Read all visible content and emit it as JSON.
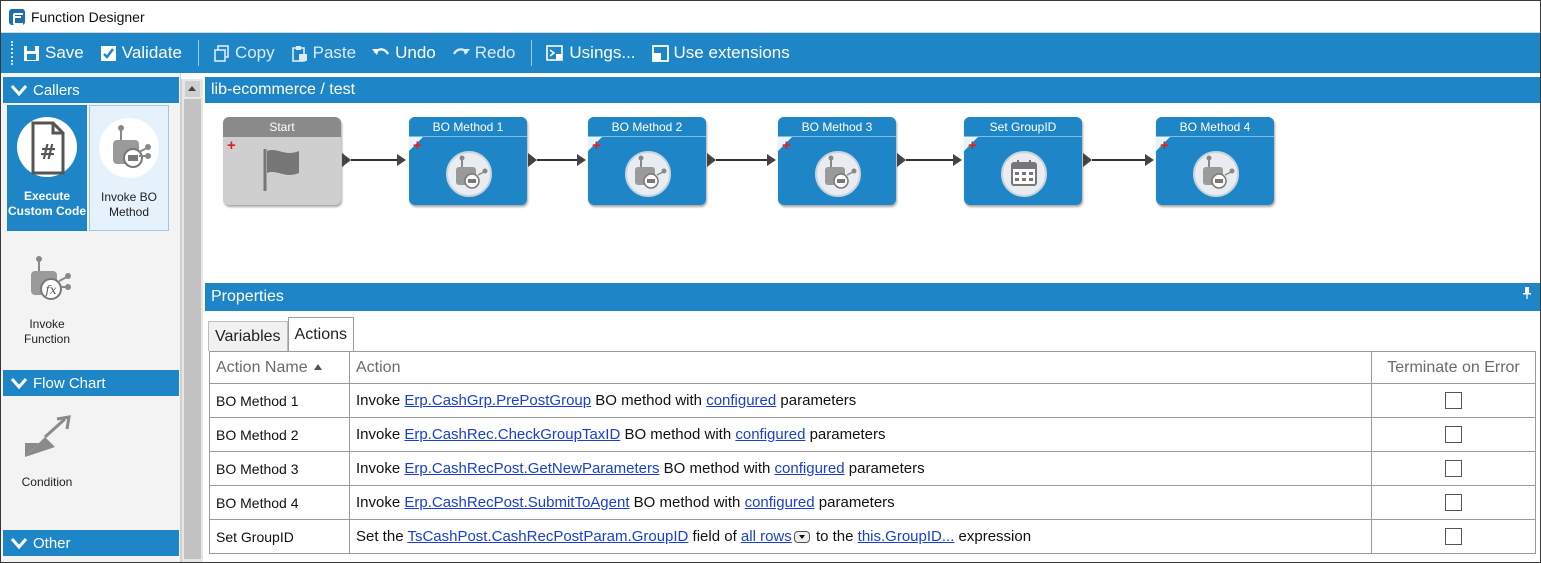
{
  "window": {
    "title": "Function Designer"
  },
  "toolbar": {
    "save": "Save",
    "validate": "Validate",
    "copy": "Copy",
    "paste": "Paste",
    "undo": "Undo",
    "redo": "Redo",
    "usings": "Usings...",
    "use_extensions": "Use extensions"
  },
  "palette": {
    "callers_header": "Callers",
    "callers_items": [
      "Execute Custom Code",
      "Invoke BO Method",
      "Invoke Function"
    ],
    "flowchart_header": "Flow Chart",
    "flowchart_items": [
      "Condition"
    ],
    "other_header": "Other"
  },
  "canvas": {
    "breadcrumb": "lib-ecommerce / test",
    "nodes": [
      "Start",
      "BO Method 1",
      "BO Method 2",
      "BO Method 3",
      "Set GroupID",
      "BO Method 4"
    ]
  },
  "properties": {
    "header": "Properties",
    "tabs": [
      "Variables",
      "Actions"
    ],
    "active_tab": "Actions",
    "columns": [
      "Action Name",
      "Action",
      "Terminate on Error"
    ],
    "rows": [
      {
        "name": "BO Method 1",
        "pre": "Invoke ",
        "link1": "Erp.CashGrp.PrePostGroup",
        "mid": " BO method with ",
        "link2": "configured",
        "post": " parameters",
        "terminate": false
      },
      {
        "name": "BO Method 2",
        "pre": "Invoke ",
        "link1": "Erp.CashRec.CheckGroupTaxID",
        "mid": " BO method with ",
        "link2": "configured",
        "post": " parameters",
        "terminate": false
      },
      {
        "name": "BO Method 3",
        "pre": "Invoke ",
        "link1": "Erp.CashRecPost.GetNewParameters",
        "mid": " BO method with ",
        "link2": "configured",
        "post": " parameters",
        "terminate": false
      },
      {
        "name": "BO Method 4",
        "pre": "Invoke ",
        "link1": "Erp.CashRecPost.SubmitToAgent",
        "mid": " BO method with ",
        "link2": "configured",
        "post": " parameters",
        "terminate": false
      }
    ],
    "setrow": {
      "name": "Set GroupID",
      "pre": "Set the ",
      "link1": "TsCashPost.CashRecPostParam.GroupID",
      "mid1": " field of ",
      "link2": "all rows",
      "mid2": " to the ",
      "link3": "this.GroupID...",
      "post": " expression",
      "terminate": false
    }
  },
  "colors": {
    "accent": "#1e86c6",
    "link": "#1a3fd0",
    "start_node": "#8a8a8a",
    "plus": "#e02020"
  }
}
